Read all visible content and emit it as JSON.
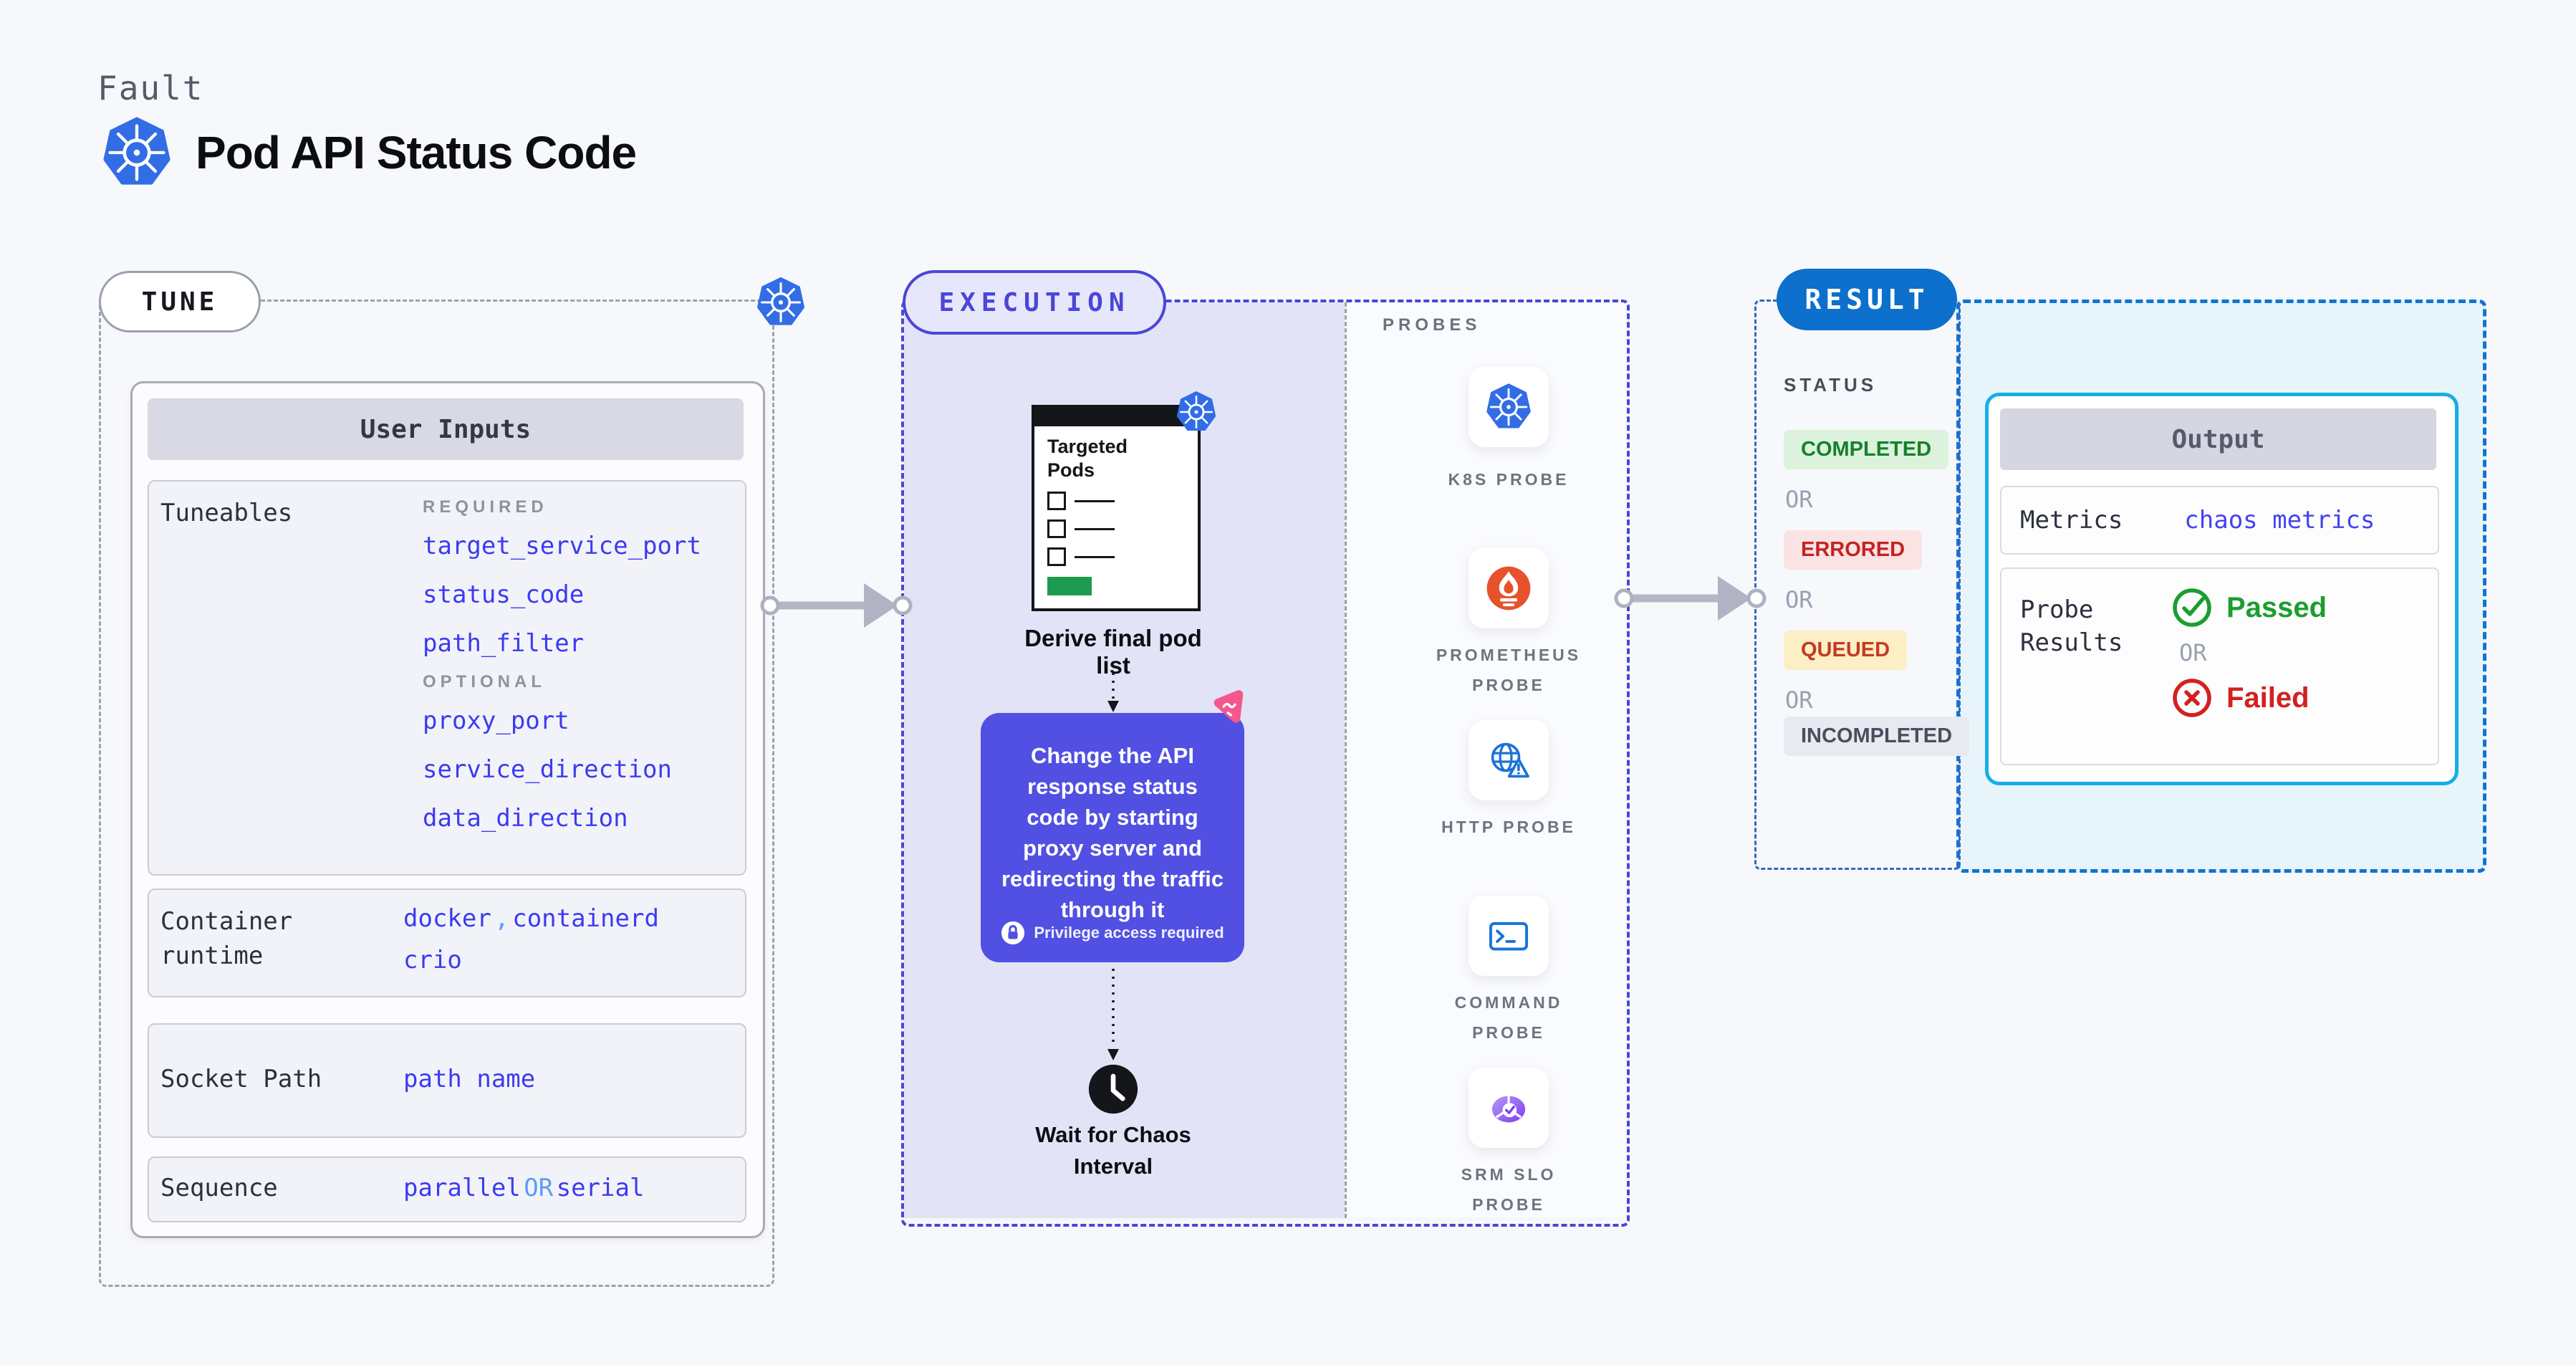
{
  "header": {
    "kicker": "Fault",
    "title": "Pod API Status Code"
  },
  "tune": {
    "badge": "TUNE",
    "user_inputs_title": "User Inputs",
    "tuneables": {
      "label": "Tuneables",
      "required_label": "REQUIRED",
      "required": [
        "target_service_port",
        "status_code",
        "path_filter"
      ],
      "optional_label": "OPTIONAL",
      "optional": [
        "proxy_port",
        "service_direction",
        "data_direction"
      ]
    },
    "container_runtime": {
      "label": "Container runtime",
      "values": [
        "docker",
        "containerd",
        "crio"
      ],
      "separator": ","
    },
    "socket_path": {
      "label": "Socket Path",
      "value": "path name"
    },
    "sequence": {
      "label": "Sequence",
      "value_a": "parallel",
      "or_label": "OR",
      "value_b": "serial"
    }
  },
  "execution": {
    "badge": "EXECUTION",
    "window_title": "Targeted Pods",
    "step_derive": "Derive final pod list",
    "description": "Change the API response status code by starting proxy server and redirecting the traffic through it",
    "privilege_note": "Privilege access required",
    "step_wait": "Wait for Chaos Interval"
  },
  "probes": {
    "label": "PROBES",
    "items": [
      {
        "name": "K8S PROBE",
        "icon": "kubernetes-icon"
      },
      {
        "name": "PROMETHEUS PROBE",
        "icon": "prometheus-icon"
      },
      {
        "name": "HTTP PROBE",
        "icon": "http-globe-icon"
      },
      {
        "name": "COMMAND PROBE",
        "icon": "terminal-icon"
      },
      {
        "name": "SRM SLO PROBE",
        "icon": "slo-pie-icon"
      }
    ]
  },
  "result": {
    "badge": "RESULT",
    "status_label": "STATUS",
    "or_label": "OR",
    "statuses": [
      {
        "label": "COMPLETED",
        "style": "green"
      },
      {
        "label": "ERRORED",
        "style": "red"
      },
      {
        "label": "QUEUED",
        "style": "yellow"
      },
      {
        "label": "INCOMPLETED",
        "style": "gray"
      }
    ],
    "output": {
      "title": "Output",
      "metrics_label": "Metrics",
      "metrics_value": "chaos metrics",
      "probe_results_label": "Probe Results",
      "passed_label": "Passed",
      "or_label": "OR",
      "failed_label": "Failed"
    }
  },
  "colors": {
    "kubernetes_blue": "#326de6",
    "indigo_accent": "#4a46d6",
    "purple_card": "#5150e2",
    "result_badge_blue": "#0c70cc",
    "output_border_cyan": "#16aee6",
    "link_blue": "#3b3bf0",
    "link_light_blue": "#5b9cf2",
    "passed_green": "#1b9e2e",
    "failed_red": "#d32020",
    "prometheus_orange": "#e6522c",
    "chaos_pink": "#f5578d",
    "targeted_green": "#1d9b50"
  }
}
